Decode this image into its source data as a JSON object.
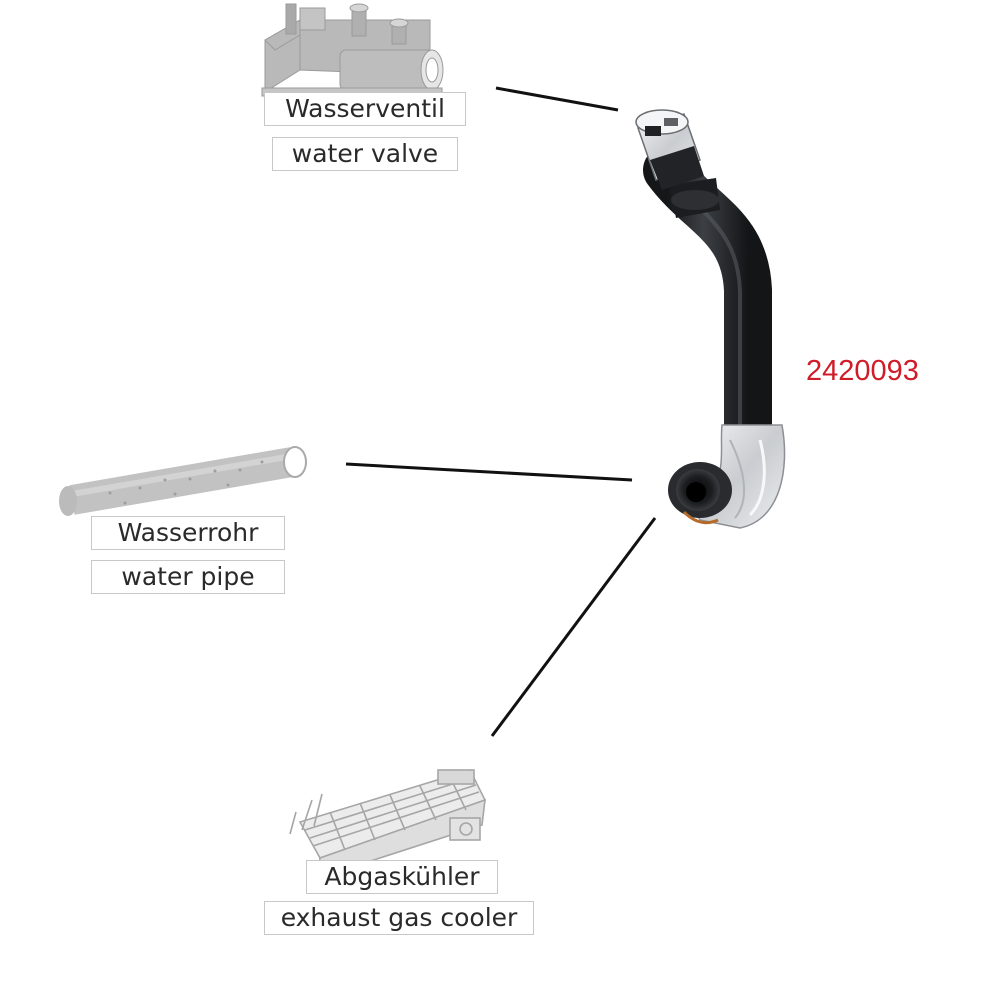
{
  "part_number": "2420093",
  "colors": {
    "part_number": "#d01c28",
    "hose": "#2b2d30",
    "fitting": "#d9dcde",
    "component_sketch": "#b9b9b9",
    "leader_line": "#111111"
  },
  "callouts": [
    {
      "id": "water-valve",
      "label_de": "Wasserventil",
      "label_en": "water valve",
      "icon": "water-valve-icon"
    },
    {
      "id": "water-pipe",
      "label_de": "Wasserrohr",
      "label_en": "water pipe",
      "icon": "water-pipe-icon"
    },
    {
      "id": "exhaust-gas-cooler",
      "label_de": "Abgaskühler",
      "label_en": "exhaust gas cooler",
      "icon": "exhaust-gas-cooler-icon"
    }
  ]
}
